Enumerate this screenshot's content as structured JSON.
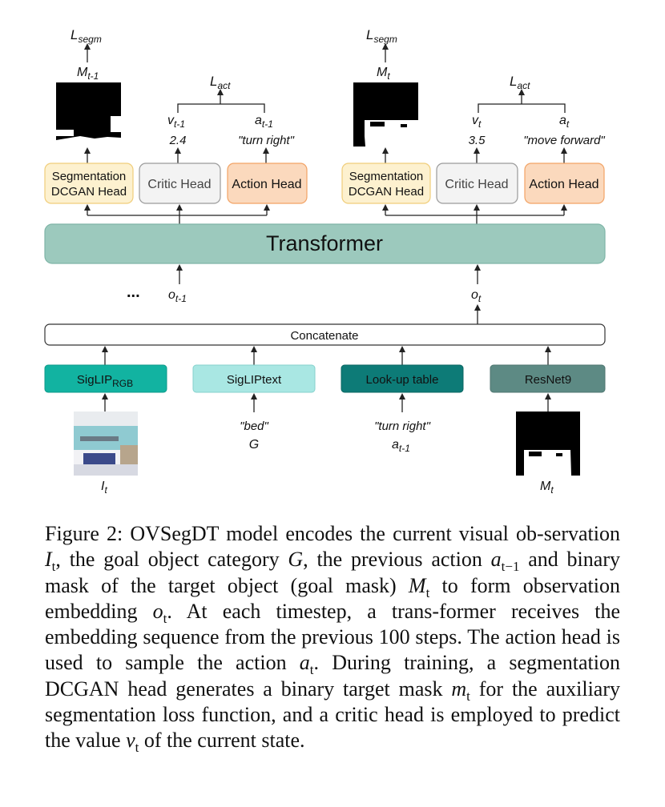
{
  "figure": {
    "left": {
      "loss_segm": "L",
      "loss_segm_sub": "segm",
      "mask_label": "M",
      "mask_label_sub": "t-1",
      "loss_act": "L",
      "loss_act_sub": "act",
      "value_label": "v",
      "value_label_sub": "t-1",
      "value": "2.4",
      "action_label": "a",
      "action_label_sub": "t-1",
      "action": "\"turn right\"",
      "seg_head": [
        "Segmentation",
        "DCGAN Head"
      ],
      "critic_head": "Critic Head",
      "action_head": "Action Head"
    },
    "right": {
      "loss_segm": "L",
      "loss_segm_sub": "segm",
      "mask_label": "M",
      "mask_label_sub": "t",
      "loss_act": "L",
      "loss_act_sub": "act",
      "value_label": "v",
      "value_label_sub": "t",
      "value": "3.5",
      "action_label": "a",
      "action_label_sub": "t",
      "action": "\"move forward\"",
      "seg_head": [
        "Segmentation",
        "DCGAN Head"
      ],
      "critic_head": "Critic Head",
      "action_head": "Action Head"
    },
    "transformer": "Transformer",
    "ellipsis": "...",
    "obs_prev": "o",
    "obs_prev_sub": "t-1",
    "obs_cur": "o",
    "obs_cur_sub": "t",
    "concatenate": "Concatenate",
    "encoders": {
      "siglip_rgb": "SigLIP",
      "siglip_rgb_sub": "RGB",
      "siglip_text": "SigLIPtext",
      "lookup": "Look-up table",
      "resnet": "ResNet9"
    },
    "inputs": {
      "image_label": "I",
      "image_label_sub": "t",
      "text_value": "\"bed\"",
      "text_symbol": "G",
      "action_value": "\"turn right\"",
      "action_symbol": "a",
      "action_symbol_sub": "t-1",
      "mask_label": "M",
      "mask_label_sub": "t"
    },
    "colors": {
      "transformer": "#9cc9bd",
      "transformer_border": "#7fb5a7",
      "seg_head_fill": "#fdf1cf",
      "seg_head_border": "#f0cd7a",
      "critic_fill": "#f3f3f3",
      "critic_border": "#9a9a9a",
      "action_fill": "#fbd9bd",
      "action_border": "#f2a365",
      "siglip_rgb": "#12b3a1",
      "siglip_text": "#a9e7e3",
      "lookup": "#0d7b77",
      "resnet": "#5d8a84"
    }
  },
  "caption": {
    "p1": "Figure 2: OVSegDT model encodes the current visual ob-servation ",
    "I": "I",
    "I_sub": "t",
    "p2": ", the goal object category ",
    "G": "G",
    "p3": ", the previous action ",
    "a": "a",
    "a_sub": "t−1",
    "p4": " and binary mask of the target object (goal mask) ",
    "M": "M",
    "M_sub": "t",
    "p5": " to form observation embedding ",
    "o": "o",
    "o_sub": "t",
    "p6": ". At each timestep, a trans-former receives the embedding sequence from the previous 100 steps. The action head is used to sample the action ",
    "a2": "a",
    "a2_sub": "t",
    "p7": ". During training, a segmentation DCGAN head generates a binary target mask ",
    "m": "m",
    "m_sub": "t",
    "p8": " for the auxiliary segmentation loss function, and a critic head is employed to predict the value ",
    "v": "v",
    "v_sub": "t",
    "p9": " of the current state."
  }
}
